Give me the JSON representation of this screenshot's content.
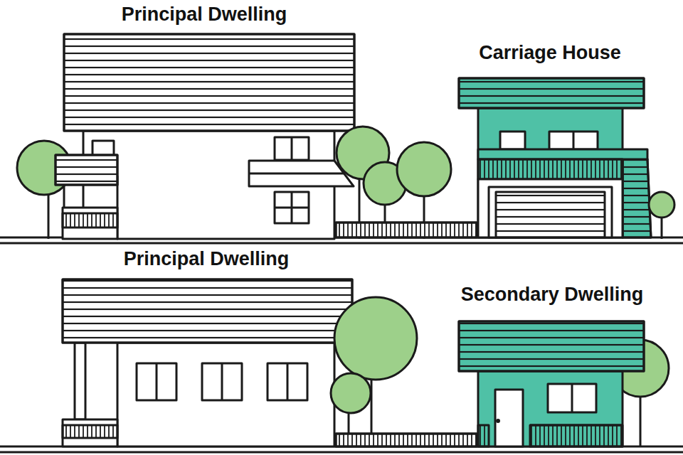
{
  "diagram": {
    "labels": [
      "Principal Dwelling",
      "Carriage House",
      "Principal Dwelling",
      "Secondary Dwelling"
    ]
  }
}
